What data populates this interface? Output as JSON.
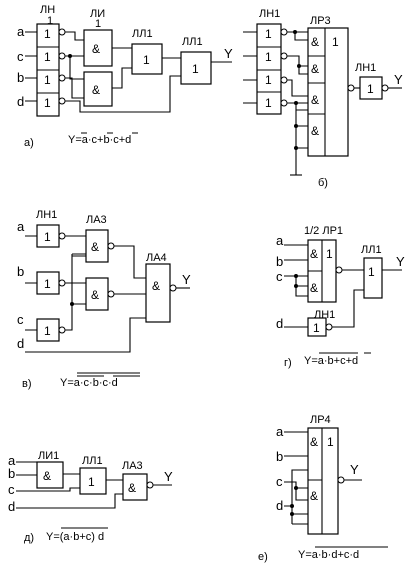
{
  "a": {
    "caption": "а)",
    "formula": "Y=a·c+b·c+d",
    "labels": {
      "ln": "ЛН",
      "ln_sub": "1",
      "li": "ЛИ",
      "li_sub": "1",
      "ll1a": "ЛЛ1",
      "ll1b": "ЛЛ1"
    },
    "inputs": [
      "a",
      "c",
      "b",
      "d"
    ],
    "output": "Y",
    "sym_one": "1",
    "sym_and": "&"
  },
  "b": {
    "caption": "б)",
    "labels": {
      "ln1": "ЛН1",
      "lr3": "ЛР3",
      "ln1_out": "ЛН1"
    },
    "output": "Y",
    "sym_one": "1",
    "sym_and": "&"
  },
  "v": {
    "caption": "в)",
    "formula": "Y=a·c·b·c·d",
    "labels": {
      "ln1": "ЛН1",
      "la3": "ЛА3",
      "la4": "ЛА4"
    },
    "inputs": [
      "a",
      "b",
      "c",
      "d"
    ],
    "output": "Y",
    "sym_one": "1",
    "sym_and": "&"
  },
  "g": {
    "caption": "г)",
    "formula": "Y=a·b+c+d",
    "labels": {
      "lr1": "1/2 ЛР1",
      "ll1": "ЛЛ1",
      "ln1": "ЛН1"
    },
    "inputs": [
      "a",
      "b",
      "c",
      "d"
    ],
    "output": "Y",
    "sym_one": "1",
    "sym_and": "&"
  },
  "d": {
    "caption": "д)",
    "formula": "Y=(a·b+c) d",
    "labels": {
      "li1": "ЛИ1",
      "ll1": "ЛЛ1",
      "la3": "ЛА3"
    },
    "inputs": [
      "a",
      "b",
      "c",
      "d"
    ],
    "output": "Y",
    "sym_one": "1",
    "sym_and": "&"
  },
  "e": {
    "caption": "е)",
    "formula": "Y=a·b·d+c·d",
    "labels": {
      "lr4": "ЛР4"
    },
    "inputs": [
      "a",
      "b",
      "c",
      "d"
    ],
    "output": "Y",
    "sym_one": "1",
    "sym_and": "&"
  }
}
